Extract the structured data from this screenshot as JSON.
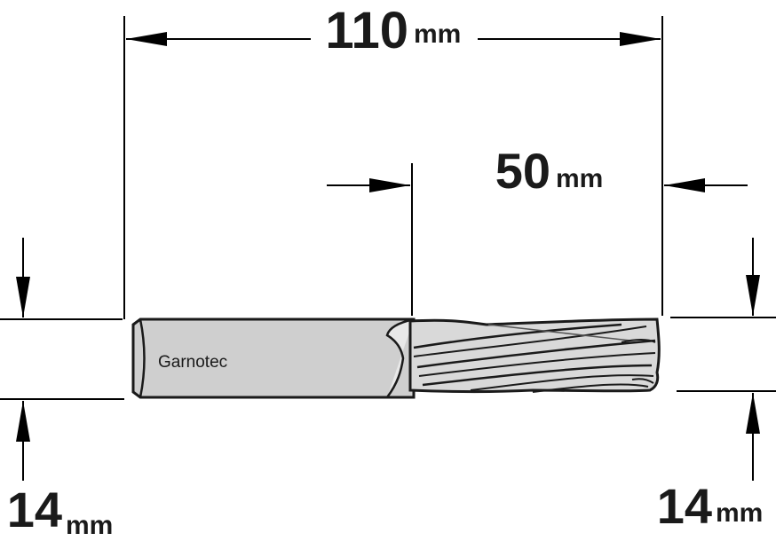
{
  "dimensions": {
    "overall_length": {
      "value": "110",
      "unit": "mm"
    },
    "cutting_length": {
      "value": "50",
      "unit": "mm"
    },
    "shank_diameter": {
      "value": "14",
      "unit": "mm"
    },
    "cutting_diameter": {
      "value": "14",
      "unit": "mm"
    }
  },
  "tool": {
    "brand_label": "Garnotec"
  },
  "colors": {
    "shank_fill": "#cfcfcf",
    "flute_fill": "#d9d9d9",
    "outline": "#1a1a1a",
    "dimension_line": "#000000"
  }
}
